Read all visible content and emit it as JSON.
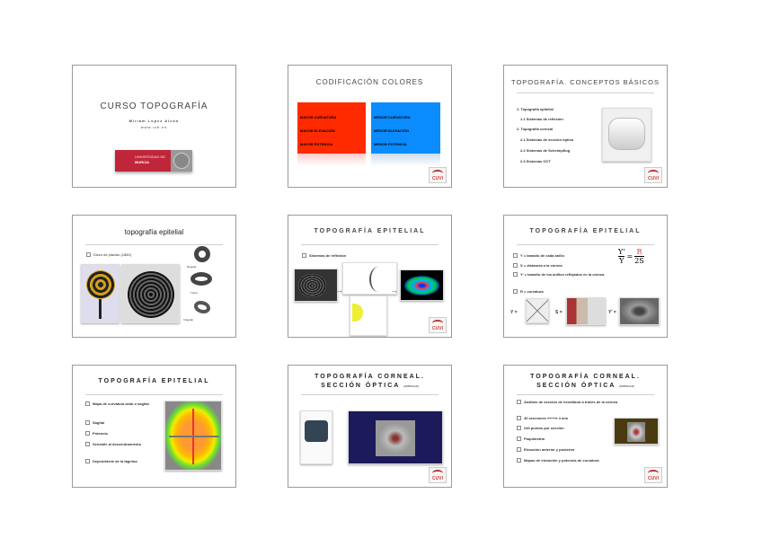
{
  "slides": [
    {
      "title": "CURSO TOPOGRAFÍA",
      "author": "Miriam López Alcón",
      "sub": "www.um.es",
      "logo": {
        "line1": "UNIVERSIDAD DE",
        "line2": "MURCIA"
      }
    },
    {
      "title": "CODIFICACIÓN COLORES",
      "red": [
        "MAYOR CURVATURA",
        "MAYOR ELEVACIÓN",
        "MAYOR POTENCIA"
      ],
      "blue": [
        "MENOR CURVATURA",
        "MENOR ELEVACIÓN",
        "MENOR POTENCIA"
      ],
      "colors": {
        "red": "#ff2a00",
        "blue": "#0a8cff"
      },
      "logo": "CUVI"
    },
    {
      "title": "TOPOGRAFÍA. CONCEPTOS BÁSICOS",
      "items": [
        "1. Topografía epitelial",
        "1.1 Sistemas de reflexión",
        "2. Topografía corneal",
        "2.1 Sistemas de sección óptica",
        "2.2 Sistemas de Scheimpflug",
        "2.3 Sistemas OCT"
      ],
      "logo": "CUVI"
    },
    {
      "title": "topografía epitelial",
      "items": [
        "Disco de plácido (1880)"
      ],
      "labels": [
        "Regular",
        "Tórico",
        "Irregular"
      ]
    },
    {
      "title": "TOPOGRAFÍA EPITELIAL",
      "items": [
        "Sistemas de reflexión"
      ],
      "logo": "CUVI"
    },
    {
      "title": "TOPOGRAFÍA EPITELIAL",
      "items": [
        "Y = tamaño de cada anillo",
        "S = distancia a la córnea",
        "Y' = tamaño de los anillos reflejados en la córnea",
        "R = curvatura"
      ],
      "formula": {
        "num_l": "Y'",
        "den_l": "Y",
        "eq": "=",
        "num_r": "R",
        "den_r": "2S"
      },
      "eq_labels": [
        "Y =",
        "S =",
        "Y' ="
      ]
    },
    {
      "title": "TOPOGRAFÍA EPITELIAL",
      "items": [
        "Mapa de curvatura axial o sagital",
        "Sagital",
        "Potencia",
        "Sensible al descentramiento",
        "Dependiente de la lágrima"
      ]
    },
    {
      "title": "TOPOGRAFÍA CORNEAL.",
      "title2": "SECCIÓN ÓPTICA",
      "tag": "(ORBSCAN)",
      "logo": "CUVI"
    },
    {
      "title": "TOPOGRAFÍA CORNEAL.",
      "title2": "SECCIÓN ÓPTICA",
      "tag": "(ORBSCAN)",
      "items": [
        "Análisis de sección de hendidura a través de la córnea",
        "40 secciones ⟵⟶ 4 mm",
        "240 puntos por sección",
        "Paquimetría",
        "Elevación anterior y posterior",
        "Mapas de elevación y potencia de curvatura"
      ],
      "logo": "CUVI"
    }
  ]
}
